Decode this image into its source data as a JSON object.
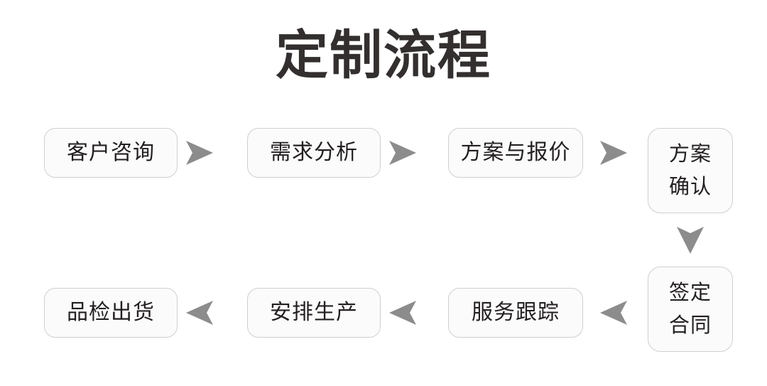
{
  "page": {
    "title": "定制流程",
    "background_color": "#ffffff",
    "text_color": "#231f20",
    "title_color": "#332f2e",
    "box_fill_color": "#fbfbfb",
    "box_border_color": "#cfcfcf",
    "arrow_color": "#8c8c8c"
  },
  "flow": {
    "row_top": [
      {
        "id": "step-1",
        "label": "客户咨询"
      },
      {
        "id": "step-2",
        "label": "需求分析"
      },
      {
        "id": "step-3",
        "label": "方案与报价"
      },
      {
        "id": "step-4",
        "label": "方案\n确认"
      }
    ],
    "row_bottom": [
      {
        "id": "step-5",
        "label": "签定\n合同"
      },
      {
        "id": "step-6",
        "label": "服务跟踪"
      },
      {
        "id": "step-7",
        "label": "安排生产"
      },
      {
        "id": "step-8",
        "label": "品检出货"
      }
    ],
    "connectors": [
      {
        "id": "arrow-1",
        "direction": "right",
        "from": "step-1",
        "to": "step-2"
      },
      {
        "id": "arrow-2",
        "direction": "right",
        "from": "step-2",
        "to": "step-3"
      },
      {
        "id": "arrow-3",
        "direction": "right",
        "from": "step-3",
        "to": "step-4"
      },
      {
        "id": "arrow-4",
        "direction": "down",
        "from": "step-4",
        "to": "step-5"
      },
      {
        "id": "arrow-5",
        "direction": "left",
        "from": "step-5",
        "to": "step-6"
      },
      {
        "id": "arrow-6",
        "direction": "left",
        "from": "step-6",
        "to": "step-7"
      },
      {
        "id": "arrow-7",
        "direction": "left",
        "from": "step-7",
        "to": "step-8"
      }
    ]
  }
}
